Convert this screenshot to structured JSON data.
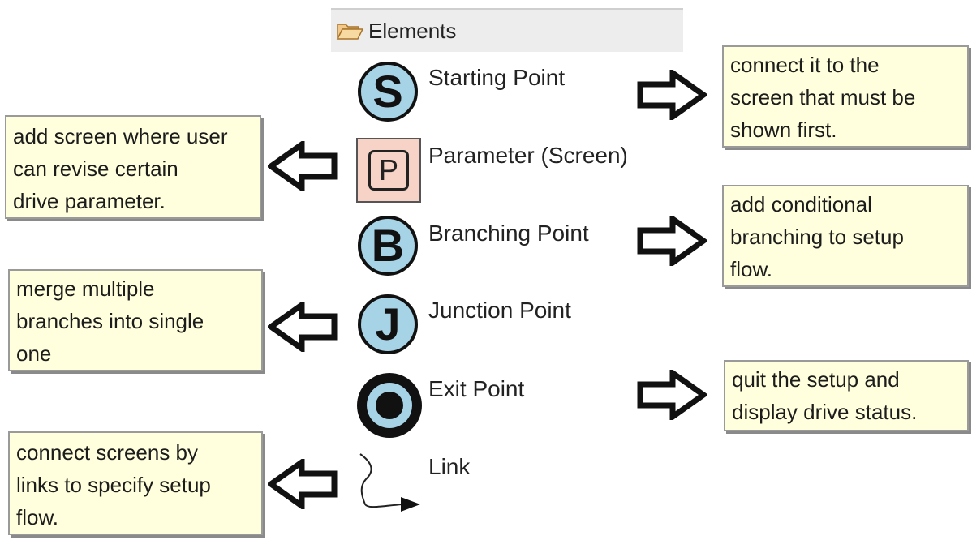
{
  "palette": {
    "title": "Elements",
    "folder_icon": "open-folder-icon"
  },
  "elements": {
    "starting_point": {
      "label": "Starting Point",
      "letter": "S",
      "icon": "starting-point-icon"
    },
    "parameter_screen": {
      "label": "Parameter (Screen)",
      "letter": "P",
      "icon": "parameter-screen-icon"
    },
    "branching_point": {
      "label": "Branching Point",
      "letter": "B",
      "icon": "branching-point-icon"
    },
    "junction_point": {
      "label": "Junction Point",
      "letter": "J",
      "icon": "junction-point-icon"
    },
    "exit_point": {
      "label": "Exit Point",
      "icon": "exit-point-icon"
    },
    "link": {
      "label": "Link",
      "icon": "link-arrow-icon"
    }
  },
  "notes": {
    "starting_point": [
      "connect it to the",
      "screen that must be",
      "shown first."
    ],
    "parameter_screen": [
      "add screen where user",
      "can revise certain",
      "drive parameter."
    ],
    "branching_point": [
      "add conditional",
      "branching to setup",
      "flow."
    ],
    "junction_point": [
      "merge multiple",
      "branches into single",
      "one"
    ],
    "exit_point": [
      "quit the setup and",
      "display drive status."
    ],
    "link": [
      "connect screens by",
      "links to specify setup",
      "flow."
    ]
  },
  "colors": {
    "icon_fill": "#a7d3e6",
    "parameter_fill": "#f6d3c6",
    "note_fill": "#ffffdd",
    "header_fill": "#ededed"
  }
}
